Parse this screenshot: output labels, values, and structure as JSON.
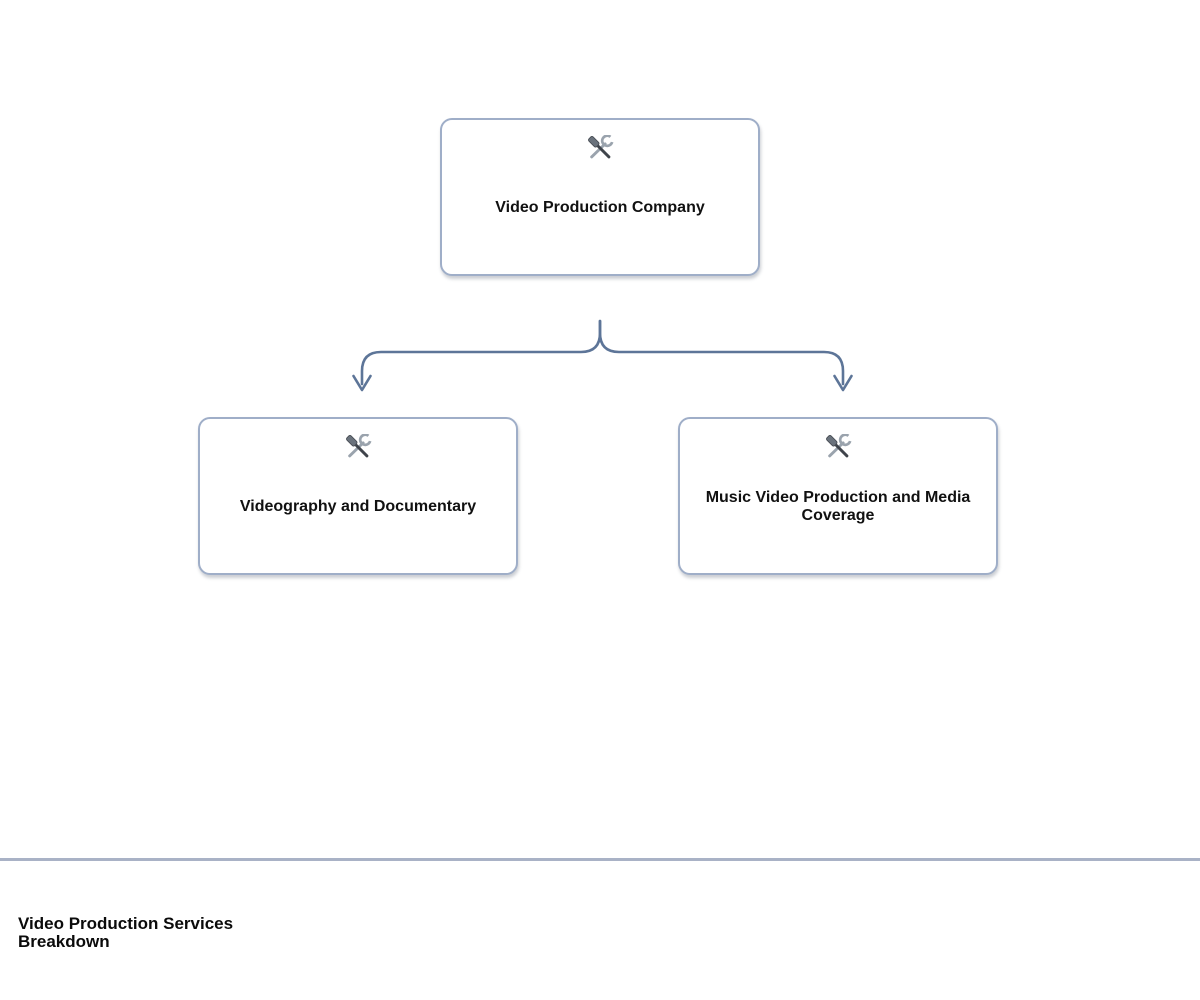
{
  "diagram": {
    "nodes": {
      "root": {
        "label": "Video Production Company",
        "icon": "hammer-and-wrench"
      },
      "child1": {
        "label": "Videography and Documentary",
        "icon": "hammer-and-wrench"
      },
      "child2": {
        "label": "Music Video Production and Media Coverage",
        "icon": "hammer-and-wrench"
      }
    },
    "edges": [
      {
        "from": "root",
        "to": "child1",
        "style": "curved-arrow-down"
      },
      {
        "from": "root",
        "to": "child2",
        "style": "curved-arrow-down"
      }
    ]
  },
  "footer": {
    "title_lines": [
      "Video Production Services",
      "Breakdown"
    ]
  },
  "colors": {
    "node_border": "#9faec8",
    "connector": "#5d7598",
    "divider": "#a9b2c6",
    "node_text": "#111111",
    "background": "#ffffff"
  }
}
